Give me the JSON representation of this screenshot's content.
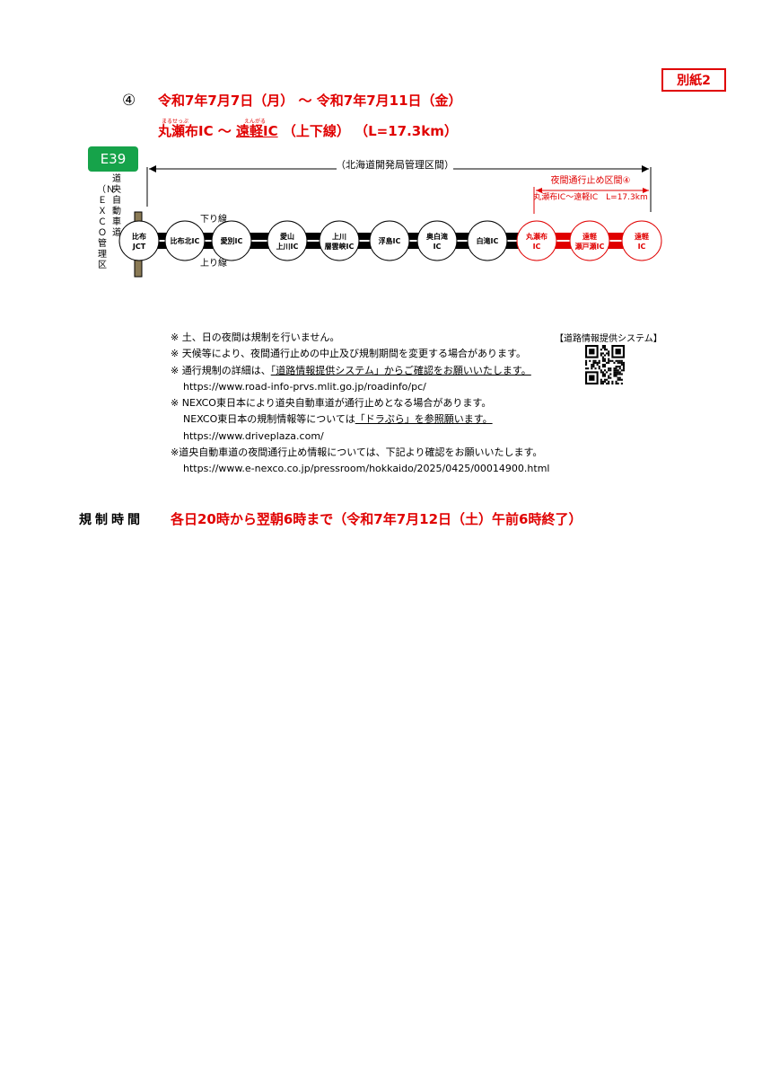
{
  "badge": "別紙2",
  "header": {
    "number": "④",
    "date_range": "令和7年7月7日（月） ～ 令和7年7月11日（金）",
    "section_pre": "丸瀬布IC ～ ",
    "section_mid": "遠軽IC",
    "section_post": " （上下線） （L=17.3km）",
    "ruby_1": "まるせっぷ",
    "ruby_2": "えんがる"
  },
  "route_badge": "E39",
  "nexco_label": "（ＮＥＸＣＯ管理区",
  "road_label": "道央自動車道",
  "diagram": {
    "jurisdiction": "（北海道開発局管理区間）",
    "closure_title": "夜間通行止め区間④",
    "closure_range": "丸瀬布IC～遠軽IC　L=17.3km",
    "down_line": "下り線",
    "up_line": "上り線",
    "stations": [
      {
        "l1": "比布",
        "l2": "JCT",
        "red": false
      },
      {
        "l1": "比布北IC",
        "l2": "",
        "red": false
      },
      {
        "l1": "愛別IC",
        "l2": "",
        "red": false
      },
      {
        "l1": "愛山",
        "l2": "上川IC",
        "red": false
      },
      {
        "l1": "上川",
        "l2": "層雲峡IC",
        "red": false
      },
      {
        "l1": "浮島IC",
        "l2": "",
        "red": false
      },
      {
        "l1": "奥白滝",
        "l2": "IC",
        "red": false
      },
      {
        "l1": "白滝IC",
        "l2": "",
        "red": false
      },
      {
        "l1": "丸瀬布",
        "l2": "IC",
        "red": true
      },
      {
        "l1": "遠軽",
        "l2": "瀬戸瀬IC",
        "red": true
      },
      {
        "l1": "遠軽",
        "l2": "IC",
        "red": true
      }
    ],
    "colors": {
      "red": "#e00000",
      "road": "#000000",
      "junction_bar": "#8a7a55"
    }
  },
  "qr_label": "【道路情報提供システム】",
  "notes": {
    "n1": "※ 土、日の夜間は規制を行いません。",
    "n2": "※ 天候等により、夜間通行止めの中止及び規制期間を変更する場合があります。",
    "n3a": "※ 通行規制の詳細は、",
    "n3b": "「道路情報提供システム」からご確認をお願いいたします。",
    "n4": "https://www.road-info-prvs.mlit.go.jp/roadinfo/pc/",
    "n5": "※ NEXCO東日本により道央自動車道が通行止めとなる場合があります。",
    "n6a": "NEXCO東日本の規制情報等については",
    "n6b": "「ドラぷら」を参照願います。",
    "n7": "https://www.driveplaza.com/",
    "n8": "※道央自動車道の夜間通行止め情報については、下記より確認をお願いいたします。",
    "n9": "https://www.e-nexco.co.jp/pressroom/hokkaido/2025/0425/00014900.html"
  },
  "regulation": {
    "label": "規制時間",
    "value": "各日20時から翌朝6時まで（令和7年7月12日（土）午前6時終了）"
  }
}
